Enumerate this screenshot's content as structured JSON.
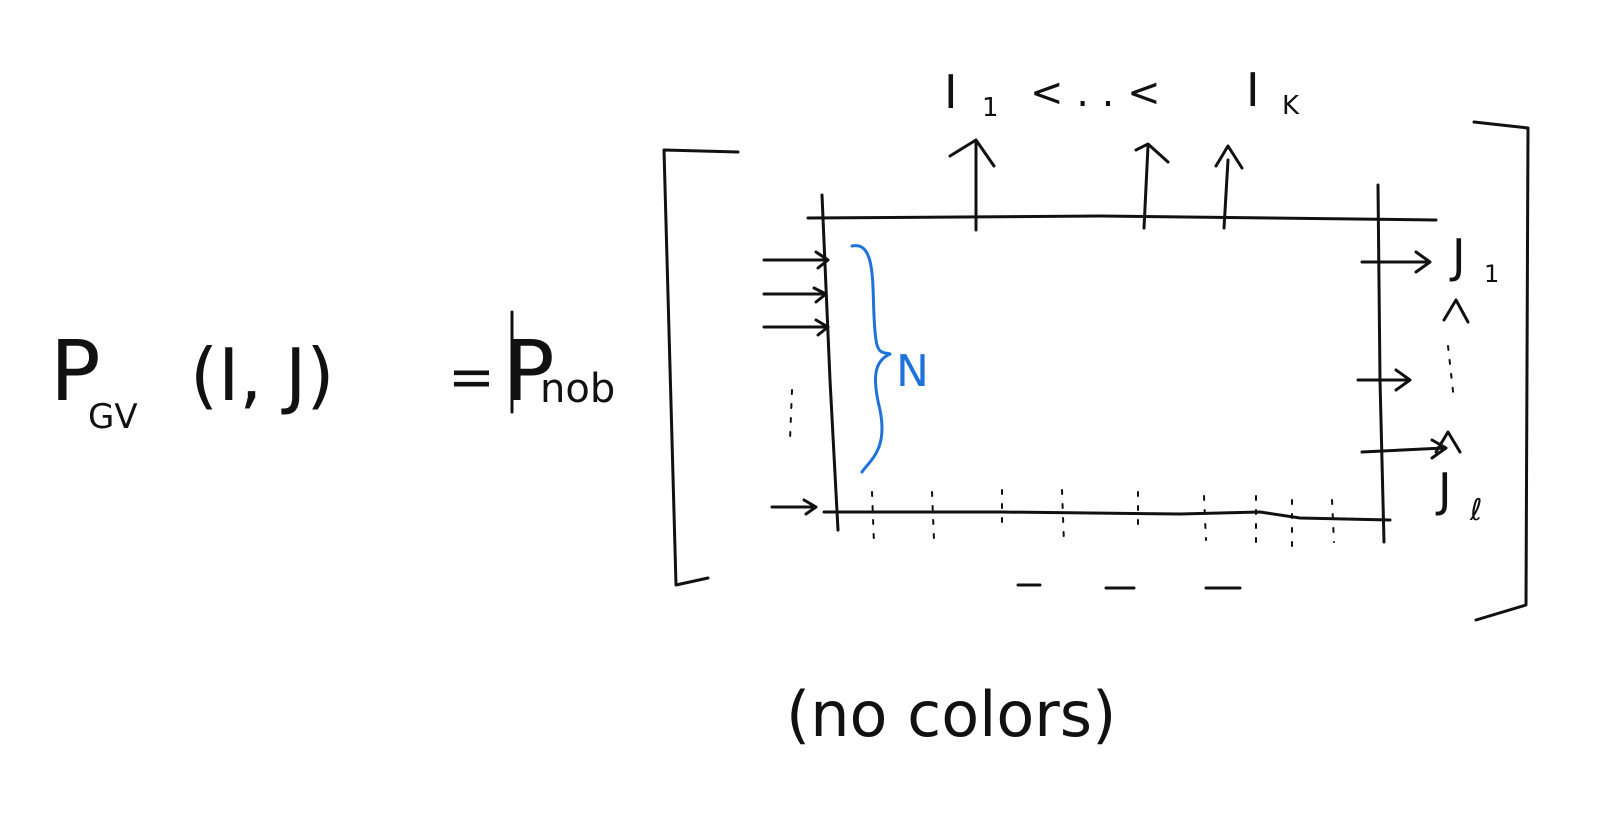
{
  "colors": {
    "ink": "#111111",
    "accent": "#1E73D8",
    "background": "#ffffff"
  },
  "equation": {
    "lhs_P": "P",
    "lhs_subscript": "GV",
    "lhs_args": "(I, J)",
    "equals": "=",
    "rhs_P": "P",
    "rhs_subscript": "nob"
  },
  "diagram": {
    "top_label_first": "I",
    "top_label_first_sub": "1",
    "top_label_middle": "< . . <",
    "top_label_last": "I",
    "top_label_last_sub": "K",
    "right_label_top": "J",
    "right_label_top_sub": "1",
    "right_label_bottom": "J",
    "right_label_bottom_sub": "ℓ",
    "brace_label": "N"
  },
  "caption": "(no colors)"
}
